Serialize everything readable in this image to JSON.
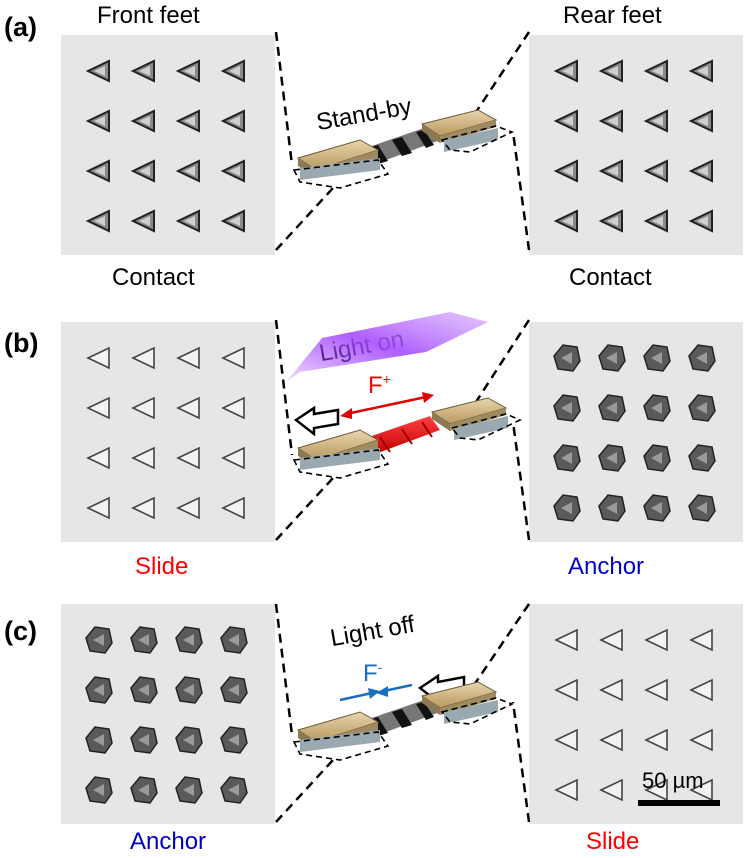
{
  "panels": [
    {
      "letter": "(a)",
      "left_top_label": "Front feet",
      "right_top_label": "Rear feet",
      "left_bottom_label": "Contact",
      "right_bottom_label": "Contact",
      "center_label": "Stand-by",
      "left_bottom_color": "#000000",
      "right_bottom_color": "#000000"
    },
    {
      "letter": "(b)",
      "light_label": "Light on",
      "force_label": "F",
      "force_sup": "+",
      "left_bottom_label": "Slide",
      "right_bottom_label": "Anchor",
      "left_bottom_color": "#ff0000",
      "right_bottom_color": "#0000cc"
    },
    {
      "letter": "(c)",
      "light_label": "Light off",
      "force_label": "F",
      "force_sup": "-",
      "left_bottom_label": "Anchor",
      "right_bottom_label": "Slide",
      "left_bottom_color": "#0000cc",
      "right_bottom_color": "#ff0000"
    }
  ],
  "scale_bar_label": "50 µm",
  "colors": {
    "force_on": "#e00000",
    "force_off": "#1a6fc0",
    "light": "#9b30ff",
    "pad": "#d4b98a",
    "actuator_red": "#e8181e"
  }
}
